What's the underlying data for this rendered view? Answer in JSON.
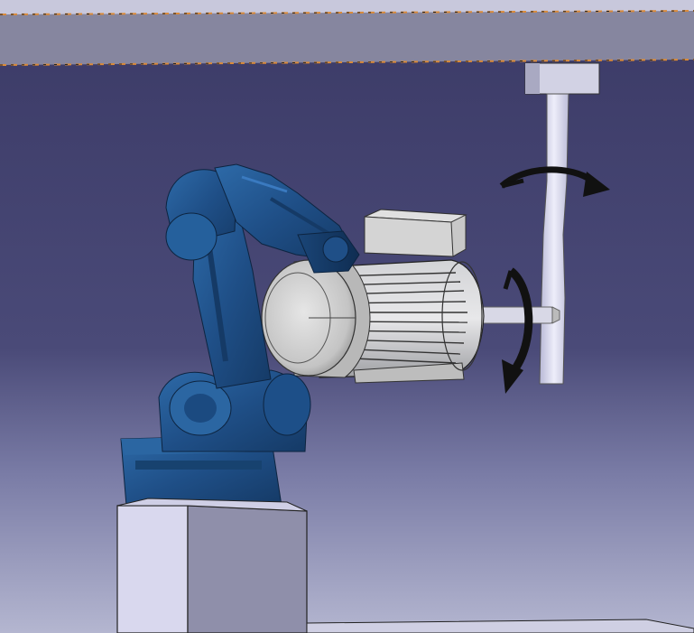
{
  "viewport": {
    "kind": "3D CAD simulation viewport",
    "background_colors": {
      "top": "#3b3a66",
      "bottom": "#b4b6d0"
    }
  },
  "scene": {
    "robot": {
      "label": "",
      "color": "#1f4f87"
    },
    "motor": {
      "label": "",
      "color": "#c9cacb"
    },
    "shaft_rod": {
      "label": "",
      "color": "#dcdcef"
    },
    "overhead_beam": {
      "label": "",
      "color": "#86869f"
    },
    "pedestal": {
      "label": "",
      "color": "#c9c8e0"
    },
    "rotation_arrows": [
      {
        "name": "rod-rotation-arrow",
        "direction": "horizontal"
      },
      {
        "name": "motor-rotation-arrow",
        "direction": "vertical"
      }
    ]
  }
}
